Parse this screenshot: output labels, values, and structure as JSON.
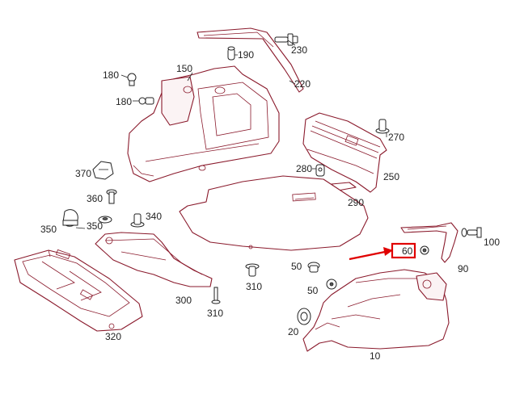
{
  "diagram": {
    "callouts": [
      "10",
      "20",
      "50",
      "50",
      "60",
      "90",
      "100",
      "150",
      "180",
      "180",
      "190",
      "220",
      "230",
      "250",
      "270",
      "280",
      "290",
      "300",
      "310",
      "310",
      "320",
      "340",
      "350",
      "350",
      "360",
      "370"
    ],
    "highlighted_callout": "60",
    "colors": {
      "part_outline": "#8a1a2c",
      "hardware": "#222222",
      "highlight": "#e00000",
      "background": "#ffffff"
    }
  }
}
